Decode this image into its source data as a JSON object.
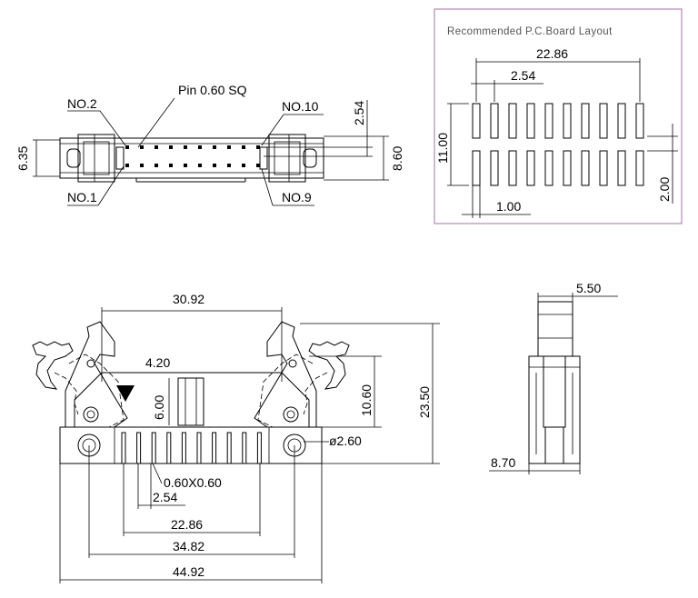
{
  "top_view": {
    "pin_label": "Pin 0.60 SQ",
    "no2": "NO.2",
    "no1": "NO.1",
    "no10": "NO.10",
    "no9": "NO.9",
    "dim_635": "6.35",
    "dim_254": "2.54",
    "dim_860": "8.60"
  },
  "pcb_layout": {
    "title": "Recommended P.C.Board Layout",
    "dim_2286": "22.86",
    "dim_254": "2.54",
    "dim_1100": "11.00",
    "dim_200": "2.00",
    "dim_100": "1.00"
  },
  "front_view": {
    "dim_3092": "30.92",
    "dim_420": "4.20",
    "dim_600": "6.00",
    "dim_1060": "10.60",
    "dim_2350": "23.50",
    "dim_hole": "ø2.60",
    "dim_pin": "0.60X0.60",
    "dim_254": "2.54",
    "dim_2286": "22.86",
    "dim_3482": "34.82",
    "dim_4492": "44.92"
  },
  "side_view": {
    "dim_550": "5.50",
    "dim_870": "8.70"
  }
}
